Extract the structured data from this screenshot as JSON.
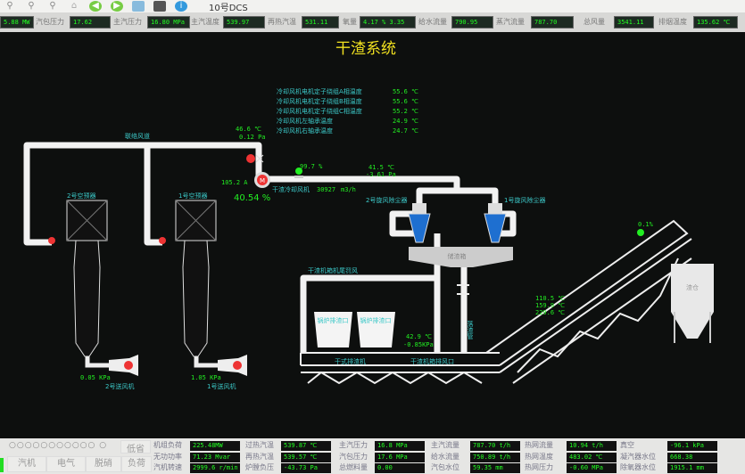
{
  "toolbar": {
    "icons": [
      "zoom-in-icon",
      "zoom-out-icon",
      "zoom-icon",
      "home-icon",
      "back-icon",
      "forward-icon",
      "folder-icon",
      "print-icon",
      "info-icon"
    ],
    "title": "10号DCS"
  },
  "status": [
    {
      "label": "",
      "value": "5.88 MW"
    },
    {
      "label": "汽包压力",
      "value": "17.62"
    },
    {
      "label": "主汽压力",
      "value": "16.80 MPa"
    },
    {
      "label": "主汽温度",
      "value": "539.97"
    },
    {
      "label": "再热汽温",
      "value": "531.11"
    },
    {
      "label": "氧量",
      "value": "4.17 % 3.35"
    },
    {
      "label": "给水流量",
      "value": "790.95"
    },
    {
      "label": "蒸汽流量",
      "value": "787.70"
    },
    {
      "label": "总风量",
      "value": "3541.11"
    },
    {
      "label": "排烟温度",
      "value": "135.62 ℃"
    }
  ],
  "diagram": {
    "title": "干渣系统",
    "temps": [
      {
        "label": "冷却风机电机定子绕组A相温度",
        "value": "55.6 ℃"
      },
      {
        "label": "冷却风机电机定子绕组B相温度",
        "value": "55.6 ℃"
      },
      {
        "label": "冷却风机电机定子绕组C相温度",
        "value": "55.2 ℃"
      },
      {
        "label": "冷却风机左轴承温度",
        "value": "24.9 ℃"
      },
      {
        "label": "冷却风机右轴承温度",
        "value": "24.7 ℃"
      }
    ],
    "duct_label": "联络风道",
    "duct_temp": "46.6 ℃",
    "duct_press": "0.12 Pa",
    "fan_current": "105.2 A",
    "fan_open": "40.54 %",
    "valve_open": "99.7 %",
    "outlet_temp": "41.5 ℃",
    "outlet_press": "-3.61 Pa",
    "fan_label": "干渣冷却风机",
    "fan_flow": "30927",
    "fan_flow_unit": "m3/h",
    "heater2": "2号空预器",
    "heater1": "1号空预器",
    "cyclone2": "2号旋风除尘器",
    "cyclone1": "1号旋风除尘器",
    "hopper": "储渣箱",
    "drop_pipe": "落渣管",
    "tail_air": "干渣机箱机尾罚风",
    "bucket": "锅炉排渣口",
    "box_temp": "42.9 ℃",
    "box_press": "-0.85KPa",
    "conveyor": "干式排渣机",
    "exhaust": "干渣机箱排风口",
    "conv_temps": [
      "110.5 ℃",
      "159.9 ℃",
      "229.6 ℃"
    ],
    "silo_valve": "0.1%",
    "silo": "渣仓",
    "fan2_press": "0.05 KPa",
    "fan2": "2号送风机",
    "fan1_press": "1.05 KPa",
    "fan1": "1号送风机",
    "motor": "M"
  },
  "bottom": {
    "buttons": [
      "低省",
      "汽机",
      "电气",
      "脱硝",
      "负荷"
    ],
    "cols": [
      [
        {
          "label": "机组负荷",
          "value": "225.48MW"
        },
        {
          "label": "无功功率",
          "value": "71.23 Mvar"
        },
        {
          "label": "汽机转速",
          "value": "2999.6 r/min"
        }
      ],
      [
        {
          "label": "过热汽温",
          "value": "539.87 ℃"
        },
        {
          "label": "再热汽温",
          "value": "539.57 ℃"
        },
        {
          "label": "炉膛负压",
          "value": "-43.73 Pa"
        }
      ],
      [
        {
          "label": "主汽压力",
          "value": "16.8 MPa"
        },
        {
          "label": "汽包压力",
          "value": "17.6 MPa"
        },
        {
          "label": "总燃料量",
          "value": "0.00"
        }
      ],
      [
        {
          "label": "主汽流量",
          "value": "787.70 t/h"
        },
        {
          "label": "给水流量",
          "value": "750.89 t/h"
        },
        {
          "label": "汽包水位",
          "value": "59.35 mm"
        }
      ],
      [
        {
          "label": "热网流量",
          "value": "10.94 t/h"
        },
        {
          "label": "热网温度",
          "value": "483.02 ℃"
        },
        {
          "label": "热网压力",
          "value": "-0.60 MPa"
        }
      ],
      [
        {
          "label": "真空",
          "value": "-96.1 kPa"
        },
        {
          "label": "凝汽器水位",
          "value": "668.38"
        },
        {
          "label": "除氧器水位",
          "value": "1915.1 mm"
        }
      ]
    ]
  }
}
